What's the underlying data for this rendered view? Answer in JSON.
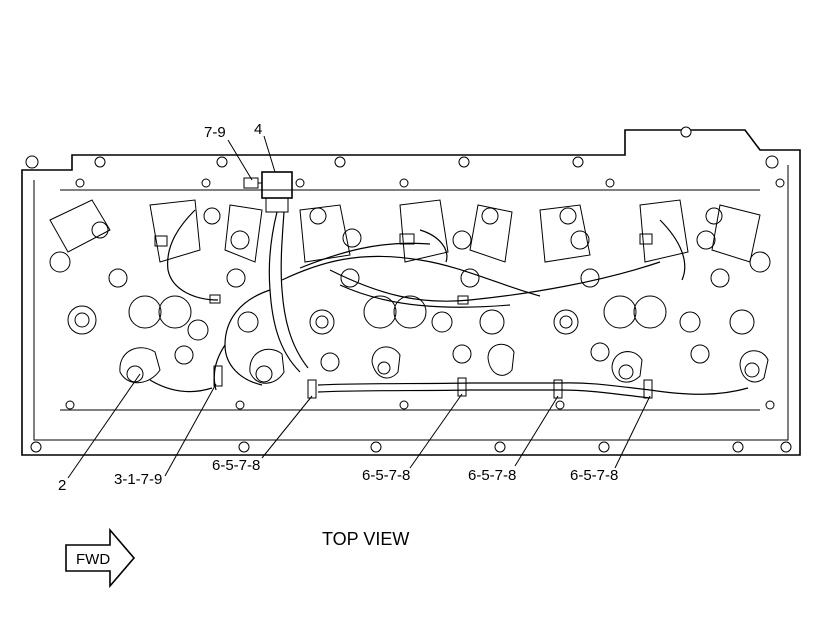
{
  "callouts": {
    "c_7_9": "7-9",
    "c_4": "4",
    "c_2": "2",
    "c_3_1_7_9": "3-1-7-9",
    "c_6578_a": "6-5-7-8",
    "c_6578_b": "6-5-7-8",
    "c_6578_c": "6-5-7-8",
    "c_6578_d": "6-5-7-8"
  },
  "view_title": "TOP VIEW",
  "fwd_arrow": {
    "label": "FWD"
  }
}
